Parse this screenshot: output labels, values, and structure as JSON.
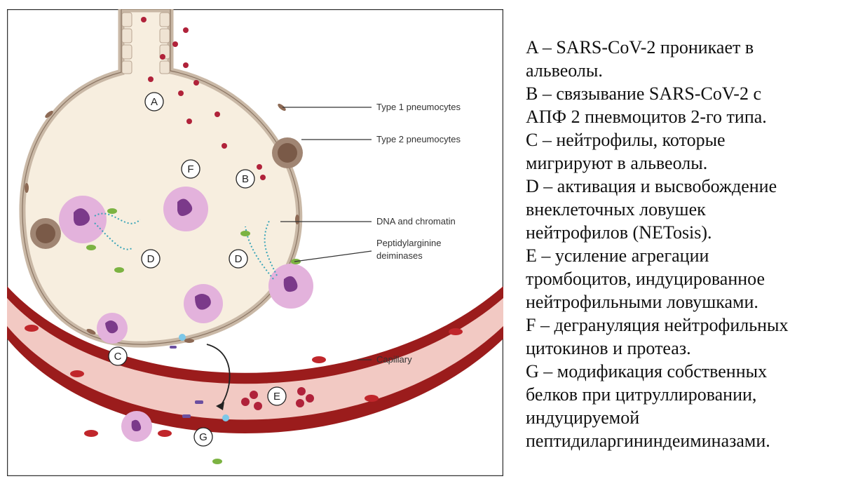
{
  "figure": {
    "callouts": {
      "type1": "Type 1 pneumocytes",
      "type2": "Type 2 pneumocytes",
      "dna": "DNA and chromatin",
      "pad_line1": "Peptidylarginine",
      "pad_line2": "deiminases",
      "capillary": "Capillary"
    },
    "markers": {
      "a": "A",
      "b": "B",
      "c": "C",
      "d1": "D",
      "d2": "D",
      "e": "E",
      "f": "F",
      "g": "G"
    },
    "colors": {
      "alveolus_fill": "#f7eedf",
      "wall": "#c9b8a6",
      "capillary_wall": "#9b1c1c",
      "capillary_lumen": "#f2c9c3",
      "neutrophil": "#e3b2dc",
      "nucleus": "#7b3a8a",
      "virus": "#b0223a"
    }
  },
  "legend": {
    "lines": [
      "A – SARS-CoV-2 проникает в",
      "альвеолы.",
      "B – связывание SARS-CoV-2 с",
      "АПФ 2 пневмоцитов 2-го типа.",
      "C – нейтрофилы, которые",
      "мигрируют в альвеолы.",
      "D – активация и высвобождение",
      "внеклеточных ловушек",
      "нейтрофилов (NETosis).",
      "E – усиление агрегации",
      "тромбоцитов, индуцированное",
      "нейтрофильными ловушками.",
      "F – дегрануляция нейтрофильных",
      "цитокинов и протеаз.",
      "G – модификация собственных",
      "белков при цитруллировании,",
      "индуцируемой",
      "пептидиларгининдеиминазами."
    ]
  }
}
